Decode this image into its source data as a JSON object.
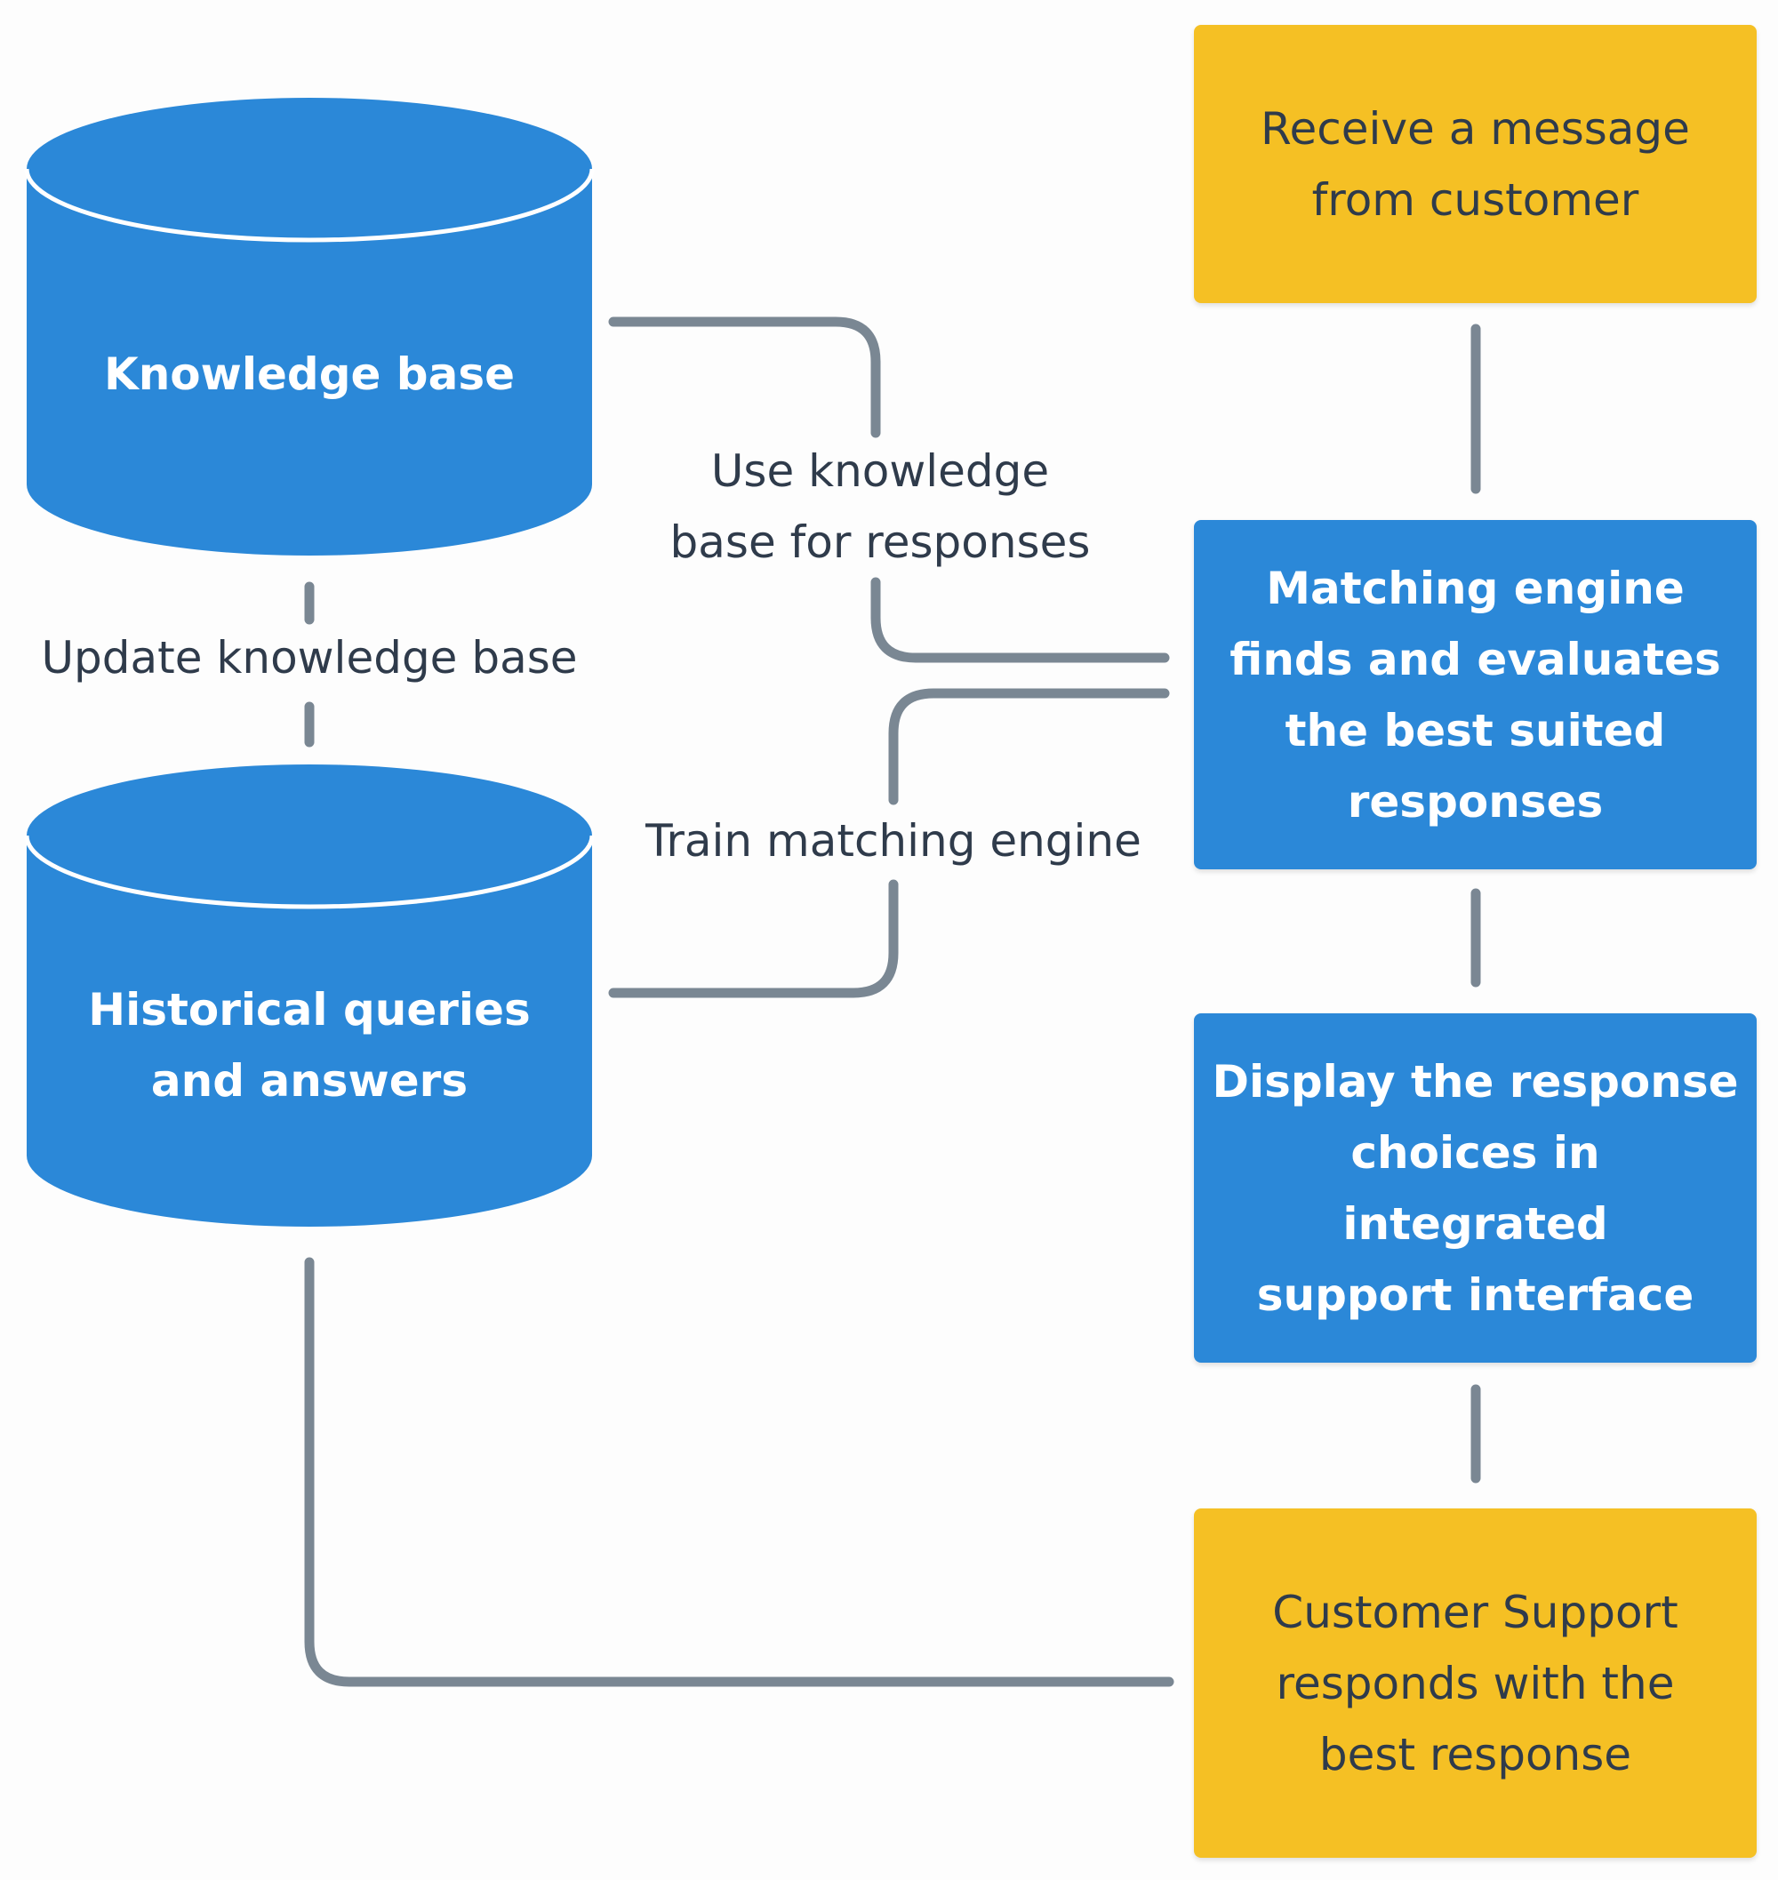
{
  "nodes": {
    "knowledge_base": "Knowledge base",
    "historical": "Historical queries\nand answers",
    "receive_message": "Receive a message\nfrom customer",
    "matching_engine": "Matching engine\nfinds and evaluates\nthe best suited\nresponses",
    "display_choices": "Display the response\nchoices in integrated\nsupport interface",
    "customer_support": "Customer Support\nresponds with the\nbest response"
  },
  "edges": {
    "use_kb": "Use knowledge\nbase for responses",
    "update_kb": "Update knowledge base",
    "train_engine": "Train matching engine"
  },
  "colors": {
    "primary_blue": "#2b88d8",
    "accent_yellow": "#f5c024",
    "connector_gray": "#7a8793",
    "text_dark": "#2f3b4b"
  }
}
